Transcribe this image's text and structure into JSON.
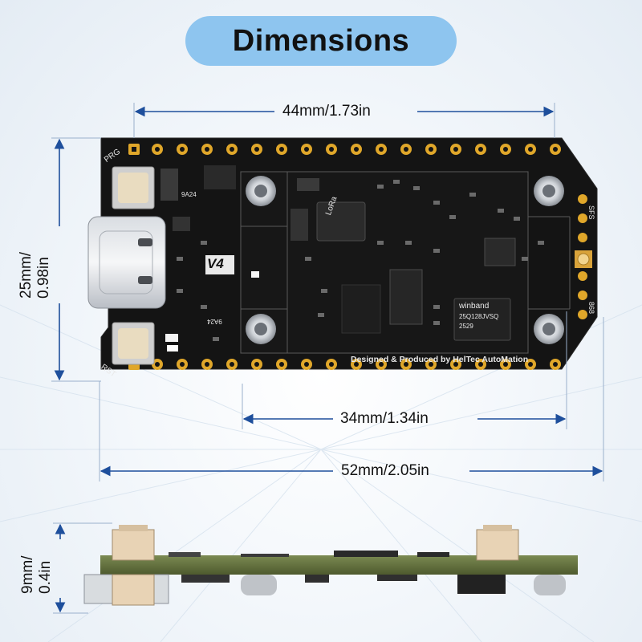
{
  "title": "Dimensions",
  "dimensions": {
    "board_length": "44mm/1.73in",
    "board_width_line1": "25mm/",
    "board_width_line2": "0.98in",
    "inner_length": "34mm/1.34in",
    "total_length": "52mm/2.05in",
    "height_line1": "9mm/",
    "height_line2": "0.4in"
  },
  "board": {
    "version": "V4",
    "credit": "Designed & Produced by HelTec AutoMation",
    "prg": "PRG",
    "rst": "RST",
    "chip_main": "LoRa",
    "chip_flash": "winband",
    "chip_flash_part": "25Q128JVSQ",
    "chip_flash_code": "2529",
    "side_mark_top": "SFS",
    "side_mark_bottom": "868",
    "small_code_1": "9A24",
    "small_code_2": "9A24"
  },
  "colors": {
    "accent": "#8ec5ef",
    "pcb": "#141414",
    "pin": "#e0a72a",
    "dimension_line": "#1e4f9c"
  }
}
